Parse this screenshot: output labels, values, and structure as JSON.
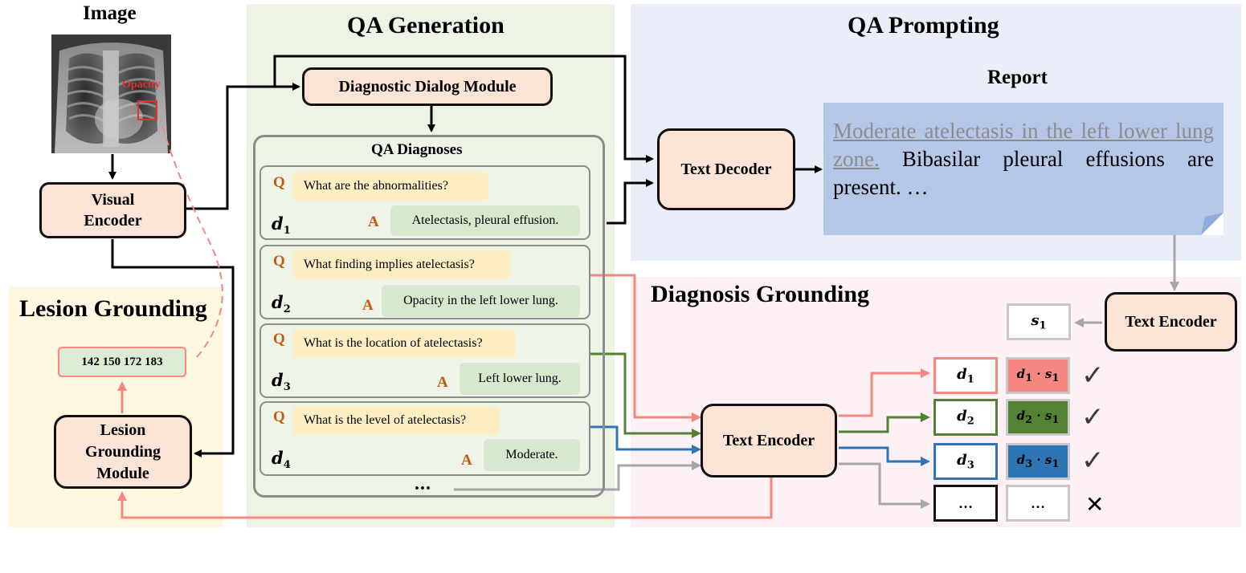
{
  "sections": {
    "image_title": "Image",
    "qa_generation_title": "QA Generation",
    "qa_prompting_title": "QA Prompting",
    "lesion_grounding_title": "Lesion Grounding",
    "diagnosis_grounding_title": "Diagnosis Grounding"
  },
  "xray": {
    "annotation_label": "Opacity"
  },
  "modules": {
    "visual_encoder": "Visual Encoder",
    "diagnostic_dialog": "Diagnostic Dialog Module",
    "text_decoder": "Text Decoder",
    "text_encoder_top": "Text Encoder",
    "text_encoder_center": "Text Encoder",
    "lesion_grounding_module": "Lesion Grounding Module"
  },
  "bbox_output": "142 150 172 183",
  "qa_diagnoses": {
    "title": "QA Diagnoses",
    "q_marker": "Q",
    "a_marker": "A",
    "ellipsis": "...",
    "items": [
      {
        "label": "d",
        "index": "1",
        "question": "What are the abnormalities?",
        "answer": "Atelectasis, pleural effusion."
      },
      {
        "label": "d",
        "index": "2",
        "question": "What finding implies atelectasis?",
        "answer": "Opacity in the left lower lung."
      },
      {
        "label": "d",
        "index": "3",
        "question": "What is the location of atelectasis?",
        "answer": "Left lower lung."
      },
      {
        "label": "d",
        "index": "4",
        "question": "What is the level of atelectasis?",
        "answer": "Moderate."
      }
    ]
  },
  "report": {
    "title": "Report",
    "highlighted": "Moderate atelectasis in the left lower lung zone.",
    "rest": " Bibasilar pleural effusions are present. …"
  },
  "grounding": {
    "sentence_label": "s",
    "sentence_index": "1",
    "rows": [
      {
        "d": "d",
        "i": "1",
        "prod": "1",
        "mark": "✓",
        "color": "#f4877f"
      },
      {
        "d": "d",
        "i": "2",
        "prod": "2",
        "mark": "✓",
        "color": "#548235"
      },
      {
        "d": "d",
        "i": "3",
        "prod": "3",
        "mark": "✓",
        "color": "#2e75b6"
      },
      {
        "d": "…",
        "i": "",
        "prod": "…",
        "mark": "✕",
        "color": "#ffffff"
      }
    ],
    "dot": "·"
  },
  "colors": {
    "peach": "#fbe3d6",
    "green_bg": "#edf4e6",
    "blue_bg": "#e9eef8",
    "pink_bg": "#fdf1f5",
    "yellow_bg": "#fff8e0",
    "report_bg": "#b4c7e7",
    "salmon": "#f4877f",
    "green_line": "#548235",
    "blue_line": "#2e75b6",
    "gray_line": "#a6a6a6"
  }
}
